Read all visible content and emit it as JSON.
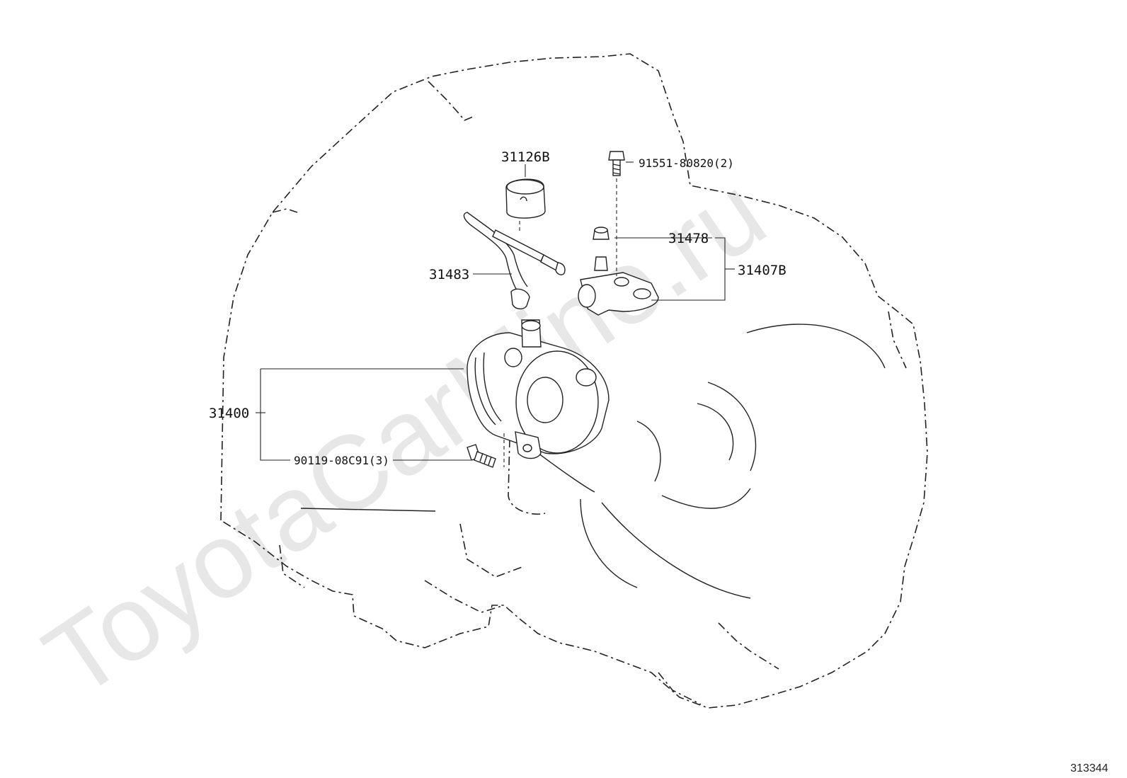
{
  "watermark": "ToyotaCarMine.ru",
  "figure_number": "313344",
  "callouts": {
    "c31126B": "31126B",
    "c91551": "91551-80820(2)",
    "c31478": "31478",
    "c31407B": "31407B",
    "c31483": "31483",
    "c31400": "31400",
    "c90119": "90119-08C91(3)"
  }
}
